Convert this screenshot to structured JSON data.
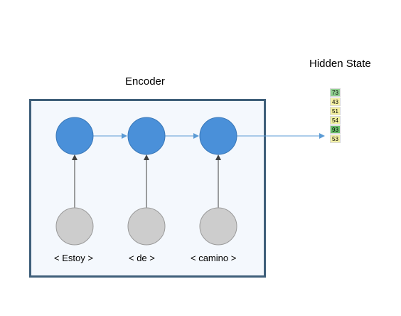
{
  "encoder": {
    "title": "Encoder"
  },
  "hidden_state": {
    "title": "Hidden State",
    "values": [
      {
        "value": "73",
        "color": "#8fce8f"
      },
      {
        "value": "43",
        "color": "#f6f2a6"
      },
      {
        "value": "51",
        "color": "#f3ef9e"
      },
      {
        "value": "54",
        "color": "#eef0a0"
      },
      {
        "value": "93",
        "color": "#68bd6a"
      },
      {
        "value": "53",
        "color": "#f1efa4"
      }
    ]
  },
  "tokens": [
    "< Estoy >",
    "< de >",
    "< camino >"
  ],
  "colors": {
    "rnn_node": "#4a90d9",
    "input_node": "#cdcdcd",
    "arrow_blue": "#5b9bd5",
    "arrow_dark": "#404040",
    "box_border": "#3f5f7a"
  }
}
